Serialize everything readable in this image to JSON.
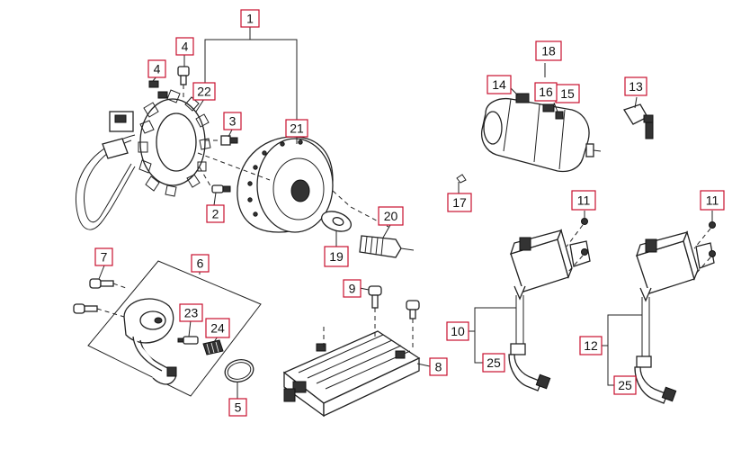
{
  "callouts": [
    {
      "id": "c1",
      "label": "1"
    },
    {
      "id": "c2",
      "label": "2"
    },
    {
      "id": "c3",
      "label": "3"
    },
    {
      "id": "c4a",
      "label": "4"
    },
    {
      "id": "c4b",
      "label": "4"
    },
    {
      "id": "c5",
      "label": "5"
    },
    {
      "id": "c6",
      "label": "6"
    },
    {
      "id": "c7",
      "label": "7"
    },
    {
      "id": "c8",
      "label": "8"
    },
    {
      "id": "c9",
      "label": "9"
    },
    {
      "id": "c10",
      "label": "10"
    },
    {
      "id": "c11a",
      "label": "11"
    },
    {
      "id": "c11b",
      "label": "11"
    },
    {
      "id": "c12",
      "label": "12"
    },
    {
      "id": "c13",
      "label": "13"
    },
    {
      "id": "c14",
      "label": "14"
    },
    {
      "id": "c15",
      "label": "15"
    },
    {
      "id": "c16",
      "label": "16"
    },
    {
      "id": "c17",
      "label": "17"
    },
    {
      "id": "c18",
      "label": "18"
    },
    {
      "id": "c19",
      "label": "19"
    },
    {
      "id": "c20",
      "label": "20"
    },
    {
      "id": "c21",
      "label": "21"
    },
    {
      "id": "c22",
      "label": "22"
    },
    {
      "id": "c23",
      "label": "23"
    },
    {
      "id": "c24",
      "label": "24"
    },
    {
      "id": "c25a",
      "label": "25"
    },
    {
      "id": "c25b",
      "label": "25"
    }
  ],
  "colors": {
    "callout_border": "#c8102e",
    "line": "#222222"
  }
}
